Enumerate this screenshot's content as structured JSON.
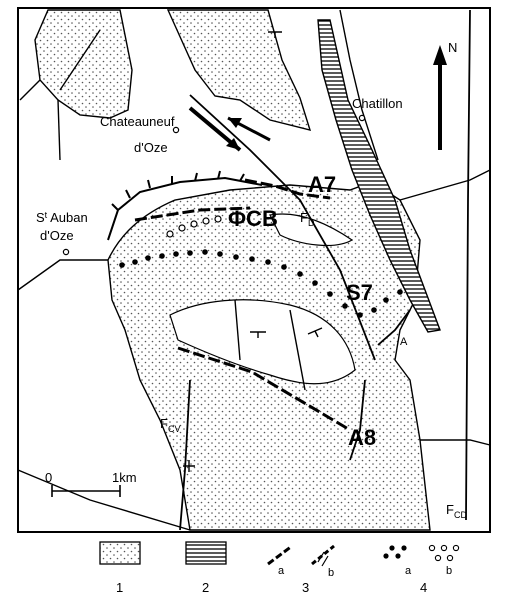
{
  "places": {
    "chateauneuf_line1": "Chateauneuf",
    "chateauneuf_line2": "d'Oze",
    "chatillon": "Chatillon",
    "st_auban_line1": "S",
    "st_auban_sup": "t",
    "st_auban_line1_rest": " Auban",
    "st_auban_line2": "d'Oze"
  },
  "structures": {
    "a7": "A7",
    "s7": "S7",
    "a8": "A8",
    "phi_cb": "ΦCB",
    "a_small": "A"
  },
  "faults": {
    "fd_main": "F",
    "fd_sub": "D",
    "fcv_main": "F",
    "fcv_sub": "CV",
    "fcd_main": "F",
    "fcd_sub": "CD"
  },
  "north_label": "N",
  "scale": {
    "zero": "0",
    "end": "1km"
  },
  "legend": {
    "n1": "1",
    "n2": "2",
    "n3": "3",
    "n3a": "a",
    "n3b": "b",
    "n4": "4",
    "n4a": "a",
    "n4b": "b"
  }
}
